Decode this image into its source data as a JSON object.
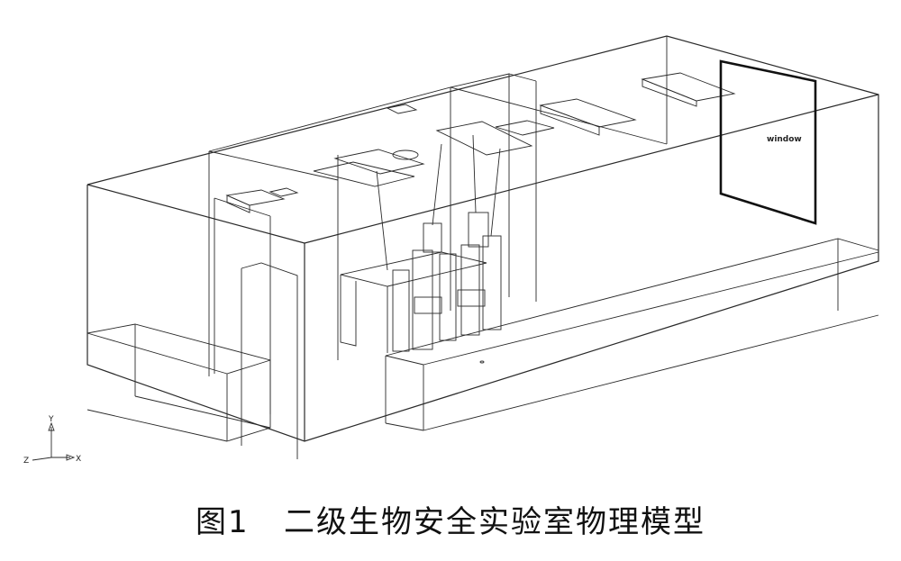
{
  "figure": {
    "window_label": "window",
    "axes": {
      "y_label": "Y",
      "x_label": "X",
      "z_label": "Z"
    }
  },
  "caption": {
    "number": "图1",
    "text": "二级生物安全实验室物理模型"
  }
}
